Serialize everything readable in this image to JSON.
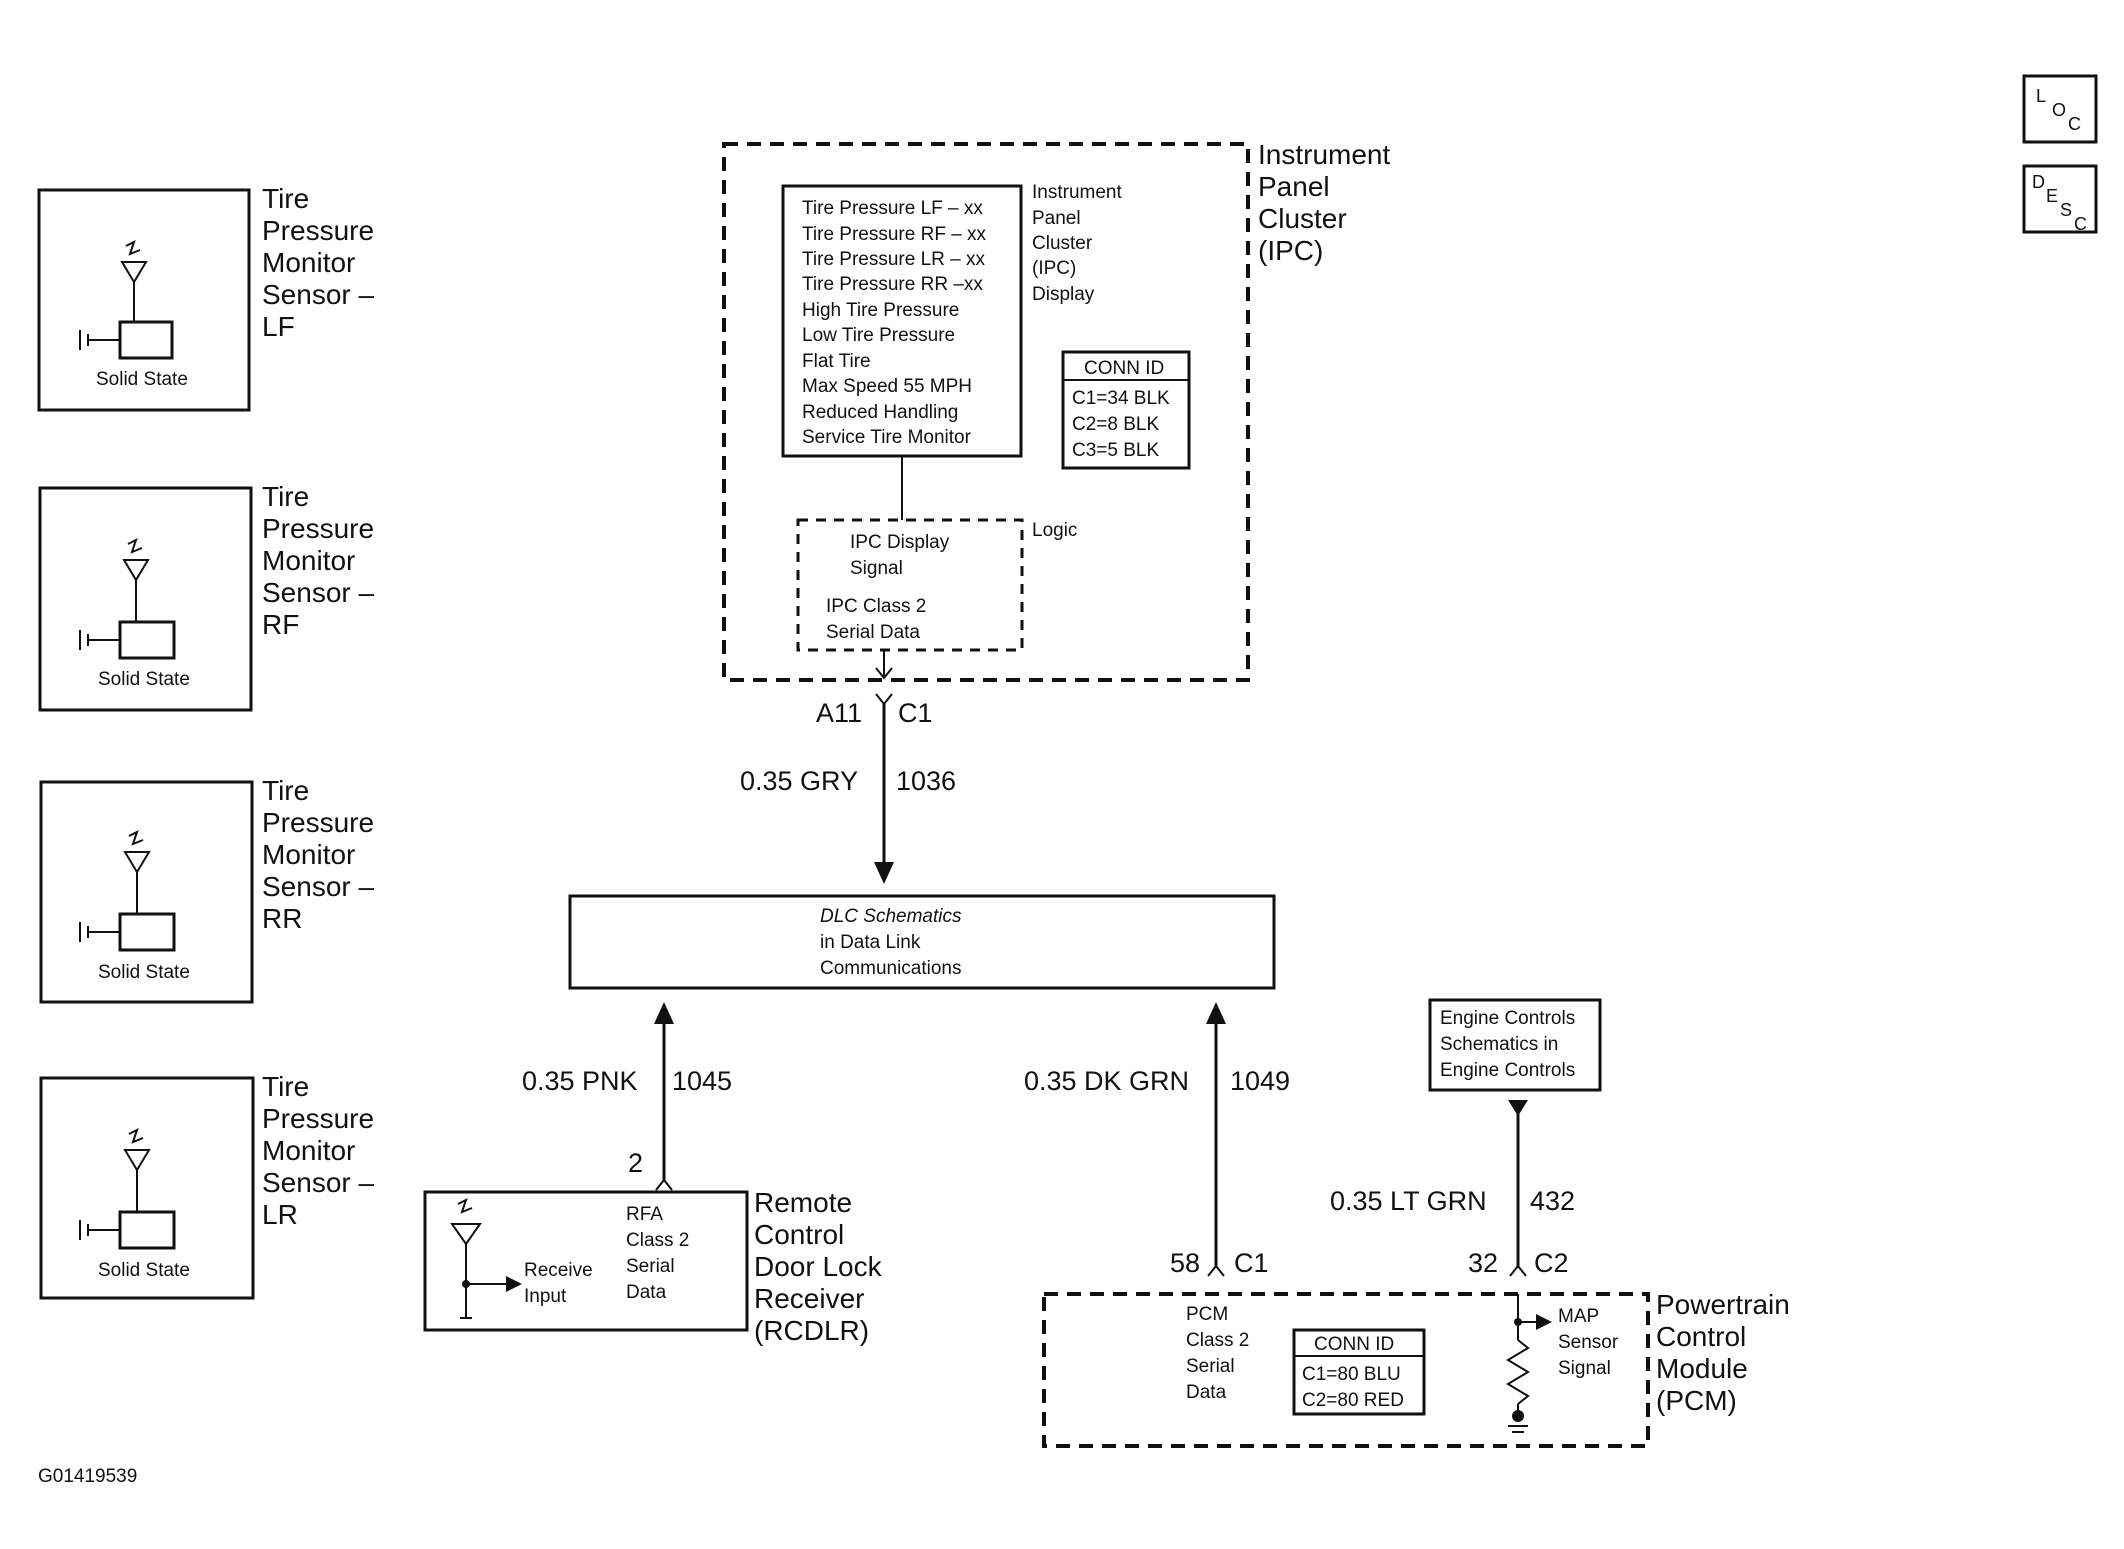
{
  "sensors": [
    {
      "title": [
        "Tire",
        "Pressure",
        "Monitor",
        "Sensor –",
        "LF"
      ],
      "label": "Solid State"
    },
    {
      "title": [
        "Tire",
        "Pressure",
        "Monitor",
        "Sensor –",
        "RF"
      ],
      "label": "Solid State"
    },
    {
      "title": [
        "Tire",
        "Pressure",
        "Monitor",
        "Sensor –",
        "RR"
      ],
      "label": "Solid State"
    },
    {
      "title": [
        "Tire",
        "Pressure",
        "Monitor",
        "Sensor –",
        "LR"
      ],
      "label": "Solid State"
    }
  ],
  "ipc": {
    "title": [
      "Instrument",
      "Panel",
      "Cluster",
      "(IPC)"
    ],
    "display_lines": [
      "Tire Pressure LF – xx",
      "Tire Pressure RF – xx",
      "Tire Pressure LR – xx",
      "Tire Pressure RR –xx",
      "High Tire Pressure",
      "Low Tire Pressure",
      "Flat Tire",
      "Max Speed 55 MPH",
      "Reduced Handling",
      "Service Tire Monitor"
    ],
    "display_label": [
      "Instrument",
      "Panel",
      "Cluster",
      "(IPC)",
      "Display"
    ],
    "conn_id": {
      "header": "CONN ID",
      "lines": [
        "C1=34 BLK",
        "C2=8 BLK",
        "C3=5 BLK"
      ]
    },
    "logic_lines_a": [
      "IPC Display",
      "Signal"
    ],
    "logic_lines_b": [
      "IPC Class 2",
      "Serial Data"
    ],
    "logic_label": "Logic",
    "pin": "A11",
    "connector": "C1"
  },
  "wires": {
    "ipc_dlc": {
      "gauge": "0.35 GRY",
      "circuit": "1036"
    },
    "rcdlr_dlc": {
      "gauge": "0.35 PNK",
      "circuit": "1045"
    },
    "pcm_dlc": {
      "gauge": "0.35 DK GRN",
      "circuit": "1049"
    },
    "pcm_engine": {
      "gauge": "0.35 LT GRN",
      "circuit": "432"
    }
  },
  "dlc": {
    "lines": [
      "DLC Schematics",
      "in Data Link",
      "Communications"
    ]
  },
  "rcdlr": {
    "title": [
      "Remote",
      "Control",
      "Door Lock",
      "Receiver",
      "(RCDLR)"
    ],
    "pin": "2",
    "receive_lines": [
      "Receive",
      "Input"
    ],
    "rfa_lines": [
      "RFA",
      "Class 2",
      "Serial",
      "Data"
    ]
  },
  "engine": {
    "lines": [
      "Engine Controls",
      "Schematics in",
      "Engine Controls"
    ]
  },
  "pcm": {
    "title": [
      "Powertrain",
      "Control",
      "Module",
      "(PCM)"
    ],
    "pin1": "58",
    "conn1": "C1",
    "pin2": "32",
    "conn2": "C2",
    "data_lines": [
      "PCM",
      "Class 2",
      "Serial",
      "Data"
    ],
    "conn_id": {
      "header": "CONN ID",
      "lines": [
        "C1=80 BLU",
        "C2=80 RED"
      ]
    },
    "map_lines": [
      "MAP",
      "Sensor",
      "Signal"
    ]
  },
  "nav": {
    "loc": [
      "L",
      "O",
      "C"
    ],
    "desc": [
      "D",
      "E",
      "S",
      "C"
    ]
  },
  "figure_id": "G01419539"
}
